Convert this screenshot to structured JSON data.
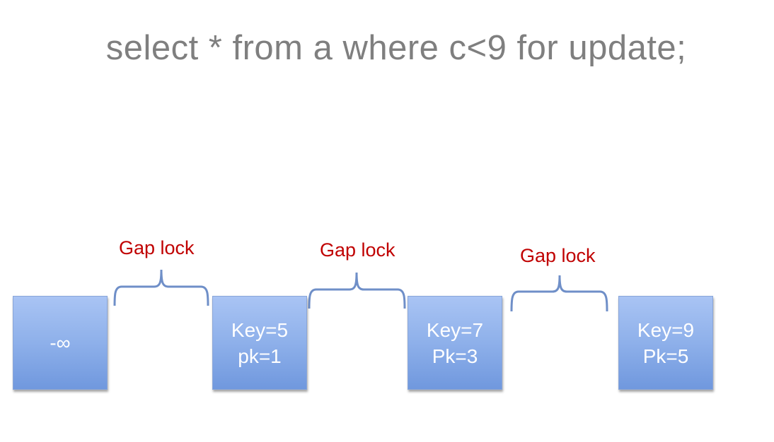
{
  "title": "select * from a where c<9 for update;",
  "colors": {
    "title": "#7f7f7f",
    "gap_label": "#c00000",
    "node_fill_top": "#a9c4f4",
    "node_fill_bottom": "#7098de",
    "brace": "#6f8fc8"
  },
  "nodes": [
    {
      "line1": "-∞",
      "line2": ""
    },
    {
      "line1": "Key=5",
      "line2": "pk=1"
    },
    {
      "line1": "Key=7",
      "line2": "Pk=3"
    },
    {
      "line1": "Key=9",
      "line2": "Pk=5"
    }
  ],
  "gaps": [
    {
      "label": "Gap lock"
    },
    {
      "label": "Gap lock"
    },
    {
      "label": "Gap lock"
    }
  ]
}
